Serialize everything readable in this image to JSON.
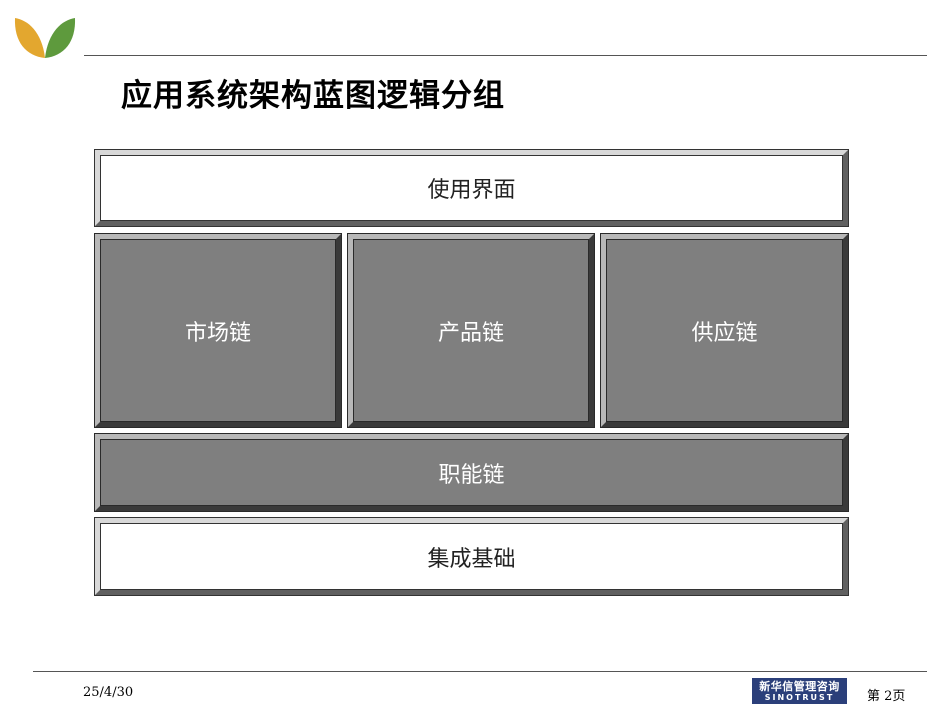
{
  "slide": {
    "title": "应用系统架构蓝图逻辑分组",
    "date": "25/4/30",
    "page": "第  2页"
  },
  "blocks": {
    "ui": "使用界面",
    "market": "市场链",
    "product": "产品链",
    "supply": "供应链",
    "function": "职能链",
    "integration": "集成基础"
  },
  "brand": {
    "cn": "新华信管理咨询",
    "en": "SINOTRUST"
  },
  "colors": {
    "logo_left": "#e3a72f",
    "logo_right": "#5e9a3d",
    "dark_block": "#7f7f7f",
    "brand_bg": "#2b3f7a"
  },
  "icons": {
    "logo": "leaf-logo-icon"
  }
}
